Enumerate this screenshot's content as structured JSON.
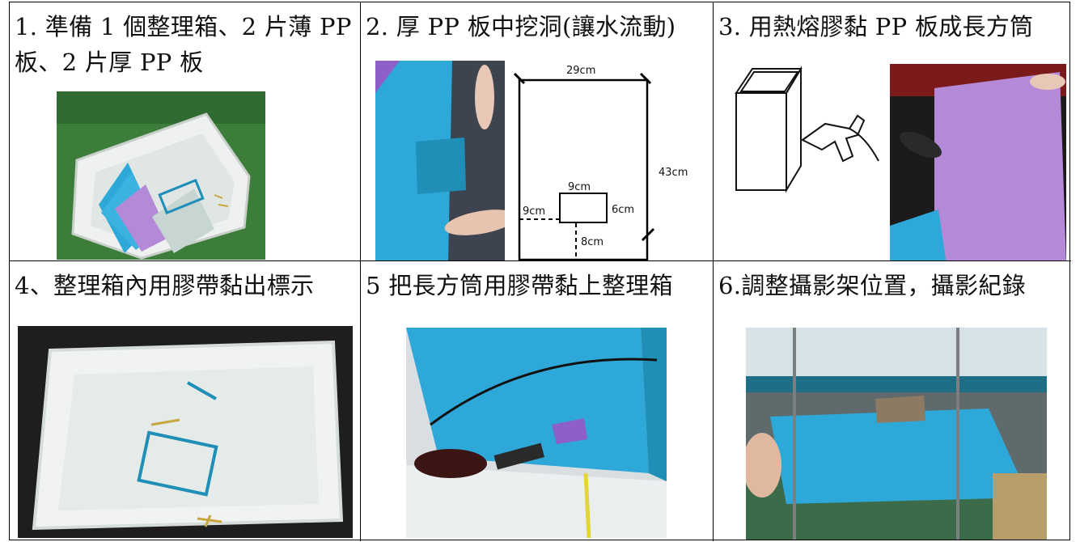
{
  "steps": [
    {
      "caption": "1. 準備 1 個整理箱、2 片薄 PP 板、2 片厚 PP 板"
    },
    {
      "caption": "2. 厚 PP 板中挖洞(讓水流動)",
      "diagram": {
        "width": "29cm",
        "height": "43cm",
        "hole_w": "9cm",
        "hole_h": "6cm",
        "hole_left": "9cm",
        "hole_bottom": "8cm"
      }
    },
    {
      "caption": "3. 用熱熔膠黏 PP 板成長方筒"
    },
    {
      "caption": "4、整理箱內用膠帶黏出標示"
    },
    {
      "caption": "5 把長方筒用膠帶黏上整理箱"
    },
    {
      "caption": "6.調整攝影架位置，攝影紀錄"
    }
  ],
  "colors": {
    "pp_blue": "#2ea8d8",
    "pp_purple": "#b48ad8",
    "floor_green": "#3c7d3a"
  }
}
